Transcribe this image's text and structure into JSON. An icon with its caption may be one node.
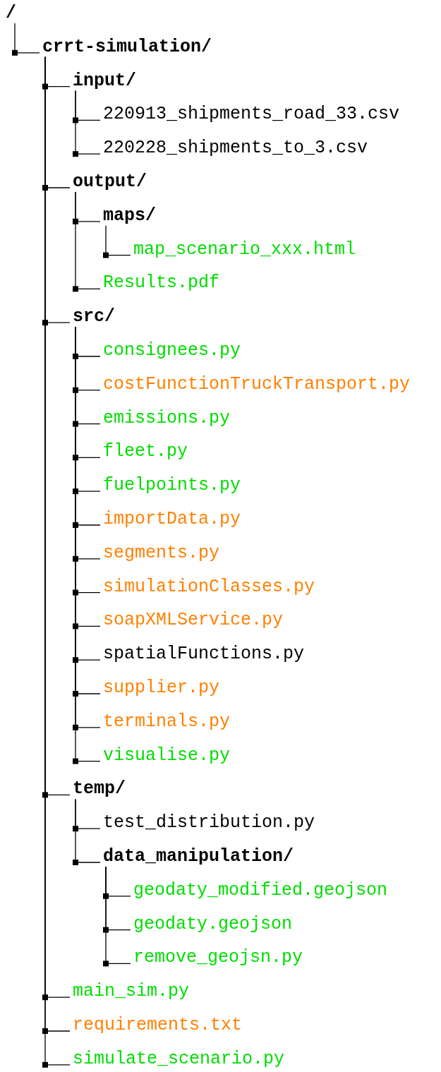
{
  "diagram": {
    "nodes": [
      {
        "text": [
          "/"
        ]
      },
      {
        "text": [
          "crrt-simulation/"
        ]
      },
      {
        "text": [
          "input/"
        ]
      },
      {
        "text": [
          "220913_shipments_road_33.csv"
        ]
      },
      {
        "text": [
          "220228_shipments_to_3.csv"
        ]
      },
      {
        "text": [
          "output/"
        ]
      },
      {
        "text": [
          "maps/"
        ]
      },
      {
        "text": [
          "map_scenario_xxx.html"
        ]
      },
      {
        "text": [
          "Results.pdf"
        ]
      },
      {
        "text": [
          "src/"
        ]
      },
      {
        "text": [
          "consignees.py"
        ]
      },
      {
        "text": [
          "costFunctionTruckTransport.py"
        ]
      },
      {
        "text": [
          "emissions.py"
        ]
      },
      {
        "text": [
          "fleet.py"
        ]
      },
      {
        "text": [
          "fuelpoints.py"
        ]
      },
      {
        "text": [
          "importData.py"
        ]
      },
      {
        "text": [
          "segments.py"
        ]
      },
      {
        "text": [
          "simulationClasses.py"
        ]
      },
      {
        "text": [
          "soapXMLService.py"
        ]
      },
      {
        "text": [
          "spatialFunctions.py"
        ]
      },
      {
        "text": [
          "supplier.py"
        ]
      },
      {
        "text": [
          "terminals.py"
        ]
      },
      {
        "text": [
          "visualise.py"
        ]
      },
      {
        "text": [
          "temp/"
        ]
      },
      {
        "text": [
          "test_distribution.py"
        ]
      },
      {
        "text": [
          "data_manipulation/"
        ]
      },
      {
        "text": [
          "geodaty_modified.geojson"
        ]
      },
      {
        "text": [
          "geodaty.geojson"
        ]
      },
      {
        "text": [
          "remove_geojsn.py"
        ]
      },
      {
        "text": [
          "main_sim.py"
        ]
      },
      {
        "text": [
          "requirements.txt"
        ]
      },
      {
        "text": [
          "simulate_scenario.py"
        ]
      }
    ],
    "edges": [
      {
        "from": 0,
        "to": 1,
        "arrow": "none"
      },
      {
        "from": 1,
        "to": 2,
        "arrow": "none"
      },
      {
        "from": 2,
        "to": 3,
        "arrow": "none"
      },
      {
        "from": 2,
        "to": 4,
        "arrow": "none"
      },
      {
        "from": 1,
        "to": 5,
        "arrow": "none"
      },
      {
        "from": 5,
        "to": 6,
        "arrow": "none"
      },
      {
        "from": 6,
        "to": 7,
        "arrow": "none"
      },
      {
        "from": 5,
        "to": 8,
        "arrow": "none"
      },
      {
        "from": 1,
        "to": 9,
        "arrow": "none"
      },
      {
        "from": 9,
        "to": 10,
        "arrow": "none"
      },
      {
        "from": 9,
        "to": 11,
        "arrow": "none"
      },
      {
        "from": 9,
        "to": 12,
        "arrow": "none"
      },
      {
        "from": 9,
        "to": 13,
        "arrow": "none"
      },
      {
        "from": 9,
        "to": 14,
        "arrow": "none"
      },
      {
        "from": 9,
        "to": 15,
        "arrow": "none"
      },
      {
        "from": 9,
        "to": 16,
        "arrow": "none"
      },
      {
        "from": 9,
        "to": 17,
        "arrow": "none"
      },
      {
        "from": 9,
        "to": 18,
        "arrow": "none"
      },
      {
        "from": 9,
        "to": 19,
        "arrow": "none"
      },
      {
        "from": 9,
        "to": 20,
        "arrow": "none"
      },
      {
        "from": 9,
        "to": 21,
        "arrow": "none"
      },
      {
        "from": 9,
        "to": 22,
        "arrow": "none"
      },
      {
        "from": 1,
        "to": 23,
        "arrow": "none"
      },
      {
        "from": 23,
        "to": 24,
        "arrow": "none"
      },
      {
        "from": 23,
        "to": 25,
        "arrow": "none"
      },
      {
        "from": 25,
        "to": 26,
        "arrow": "none"
      },
      {
        "from": 25,
        "to": 27,
        "arrow": "none"
      },
      {
        "from": 25,
        "to": 28,
        "arrow": "none"
      },
      {
        "from": 1,
        "to": 29,
        "arrow": "none"
      },
      {
        "from": 1,
        "to": 30,
        "arrow": "none"
      },
      {
        "from": 1,
        "to": 31,
        "arrow": "none"
      }
    ]
  }
}
